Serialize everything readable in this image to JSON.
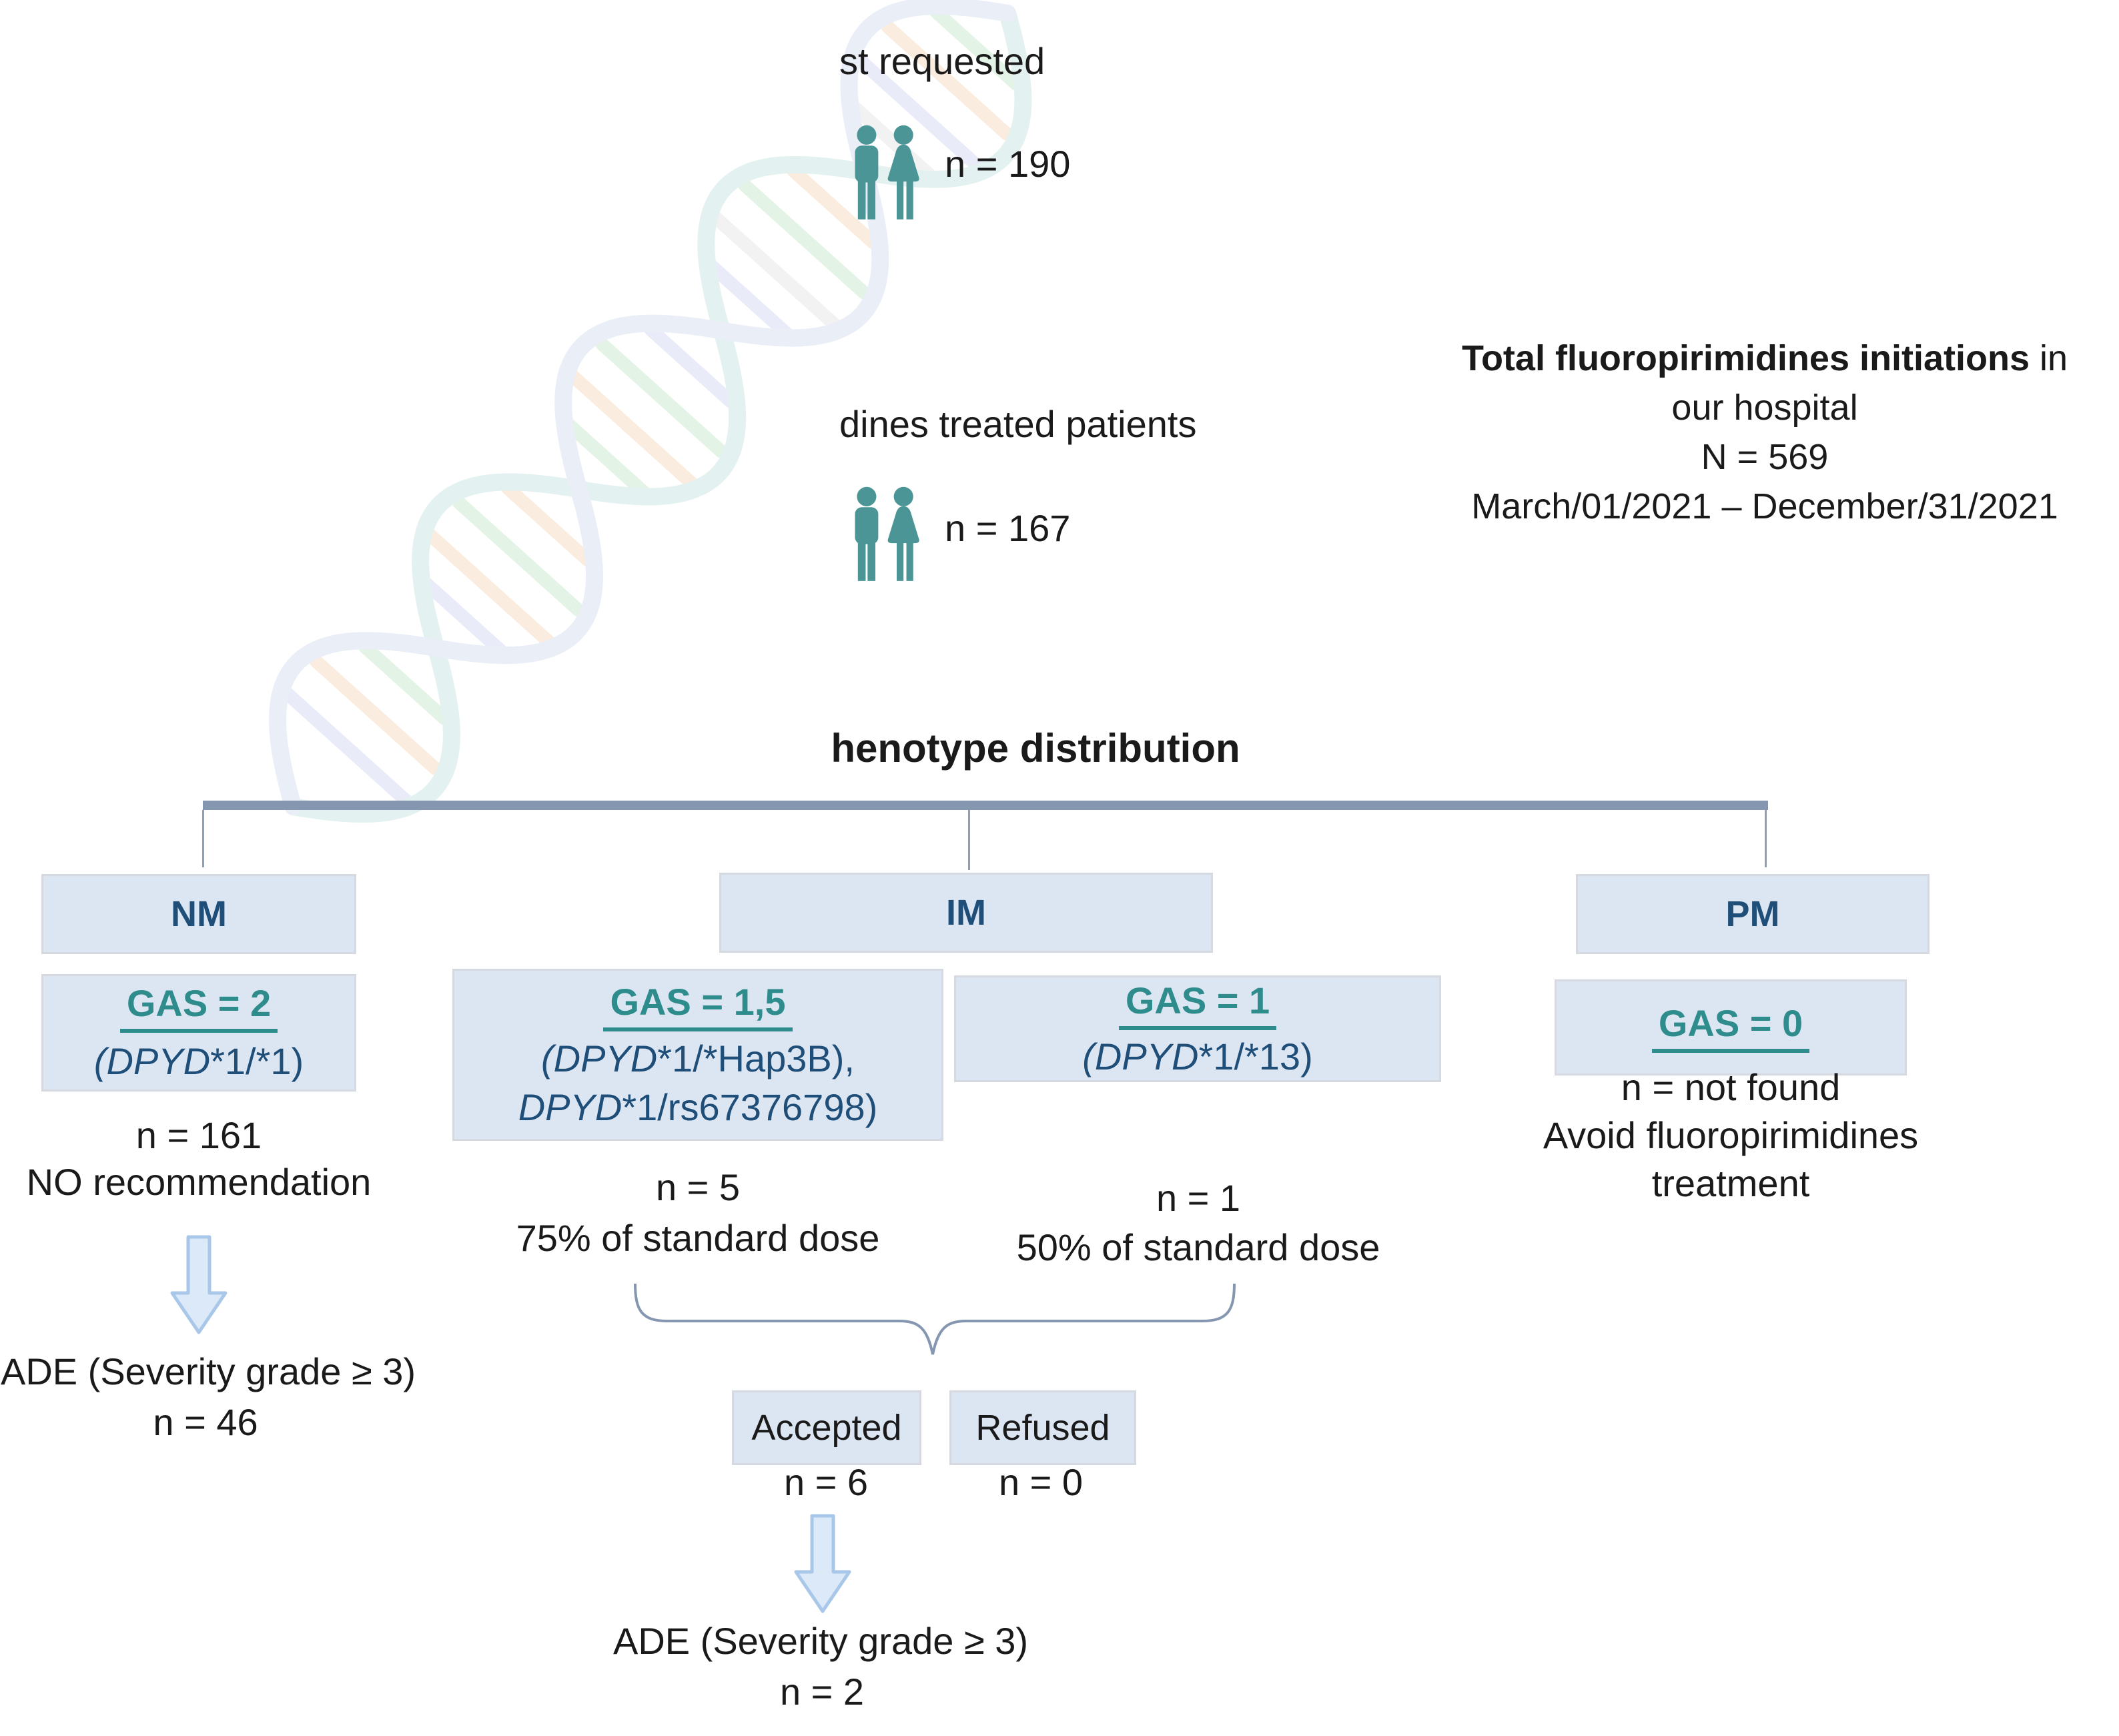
{
  "header": {
    "test_requested_label": "st requested",
    "test_requested_count": "n = 190",
    "treated_label": "dines treated patients",
    "treated_count": "n = 167",
    "summary": {
      "line1_bold": "Total fluoropirimidines initiations",
      "line1_tail": " in",
      "line2": "our hospital",
      "line3": "N = 569",
      "line4": "March/01/2021 – December/31/2021"
    }
  },
  "tree": {
    "title": "henotype distribution",
    "nm": {
      "label": "NM",
      "gas": "GAS = 2",
      "genotype_gene": "(DPYD",
      "genotype_rest": "*1/*1)",
      "count": "n = 161",
      "recommendation": "NO recommendation",
      "ade_label": "ADE (Severity grade ≥ 3)",
      "ade_count": "n = 46"
    },
    "im": {
      "label": "IM",
      "gas15": {
        "gas": "GAS = 1,5",
        "line1_gene": "(DPYD",
        "line1_rest": "*1/*Hap3B),",
        "line2_gene": "DPYD",
        "line2_rest": "*1/rs67376798)",
        "count": "n = 5",
        "dose": "75% of standard dose"
      },
      "gas1": {
        "gas": "GAS = 1",
        "line_gene": "(DPYD",
        "line_rest": "*1/*13)",
        "count": "n = 1",
        "dose": "50% of standard dose"
      },
      "accepted_label": "Accepted",
      "accepted_count": "n = 6",
      "refused_label": "Refused",
      "refused_count": "n = 0",
      "ade_label": "ADE (Severity grade ≥ 3)",
      "ade_count": "n = 2"
    },
    "pm": {
      "label": "PM",
      "gas": "GAS = 0",
      "count": "n = not found",
      "advice_line1": "Avoid fluoropirimidines",
      "advice_line2": "treatment"
    }
  },
  "colors": {
    "teal_text": "#2E8C8C",
    "navy_text": "#1F4E79",
    "icon_teal": "#4B9596",
    "box_fill": "#DCE6F2",
    "connector": "#8496B0",
    "arrow_fill": "#DBE9F8",
    "arrow_stroke": "#A8C7E9"
  }
}
